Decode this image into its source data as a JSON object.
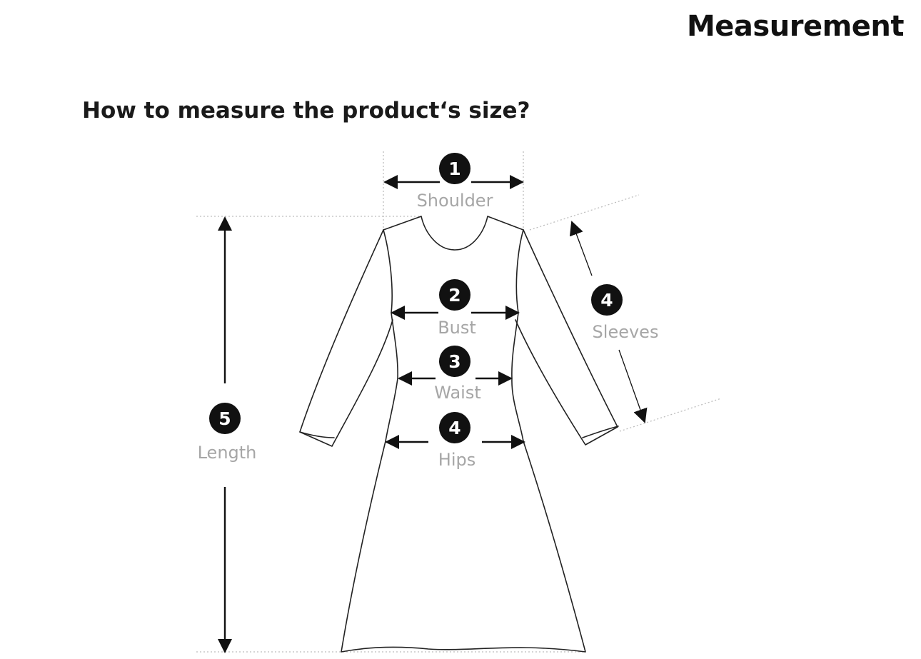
{
  "header": {
    "title": "Measurement"
  },
  "intro": {
    "question": "How to measure the product‘s size?"
  },
  "measurements": [
    {
      "number": "1",
      "label": "Shoulder"
    },
    {
      "number": "2",
      "label": "Bust"
    },
    {
      "number": "3",
      "label": "Waist"
    },
    {
      "number": "4",
      "label": "Hips"
    },
    {
      "number": "4",
      "label": "Sleeves"
    },
    {
      "number": "5",
      "label": "Length"
    }
  ],
  "colors": {
    "badge": "#111111",
    "label": "#a6a6a6",
    "outline": "#222222",
    "guide": "#bdbdbd"
  },
  "icons": {
    "garment": "long-sleeve-dress-outline"
  }
}
